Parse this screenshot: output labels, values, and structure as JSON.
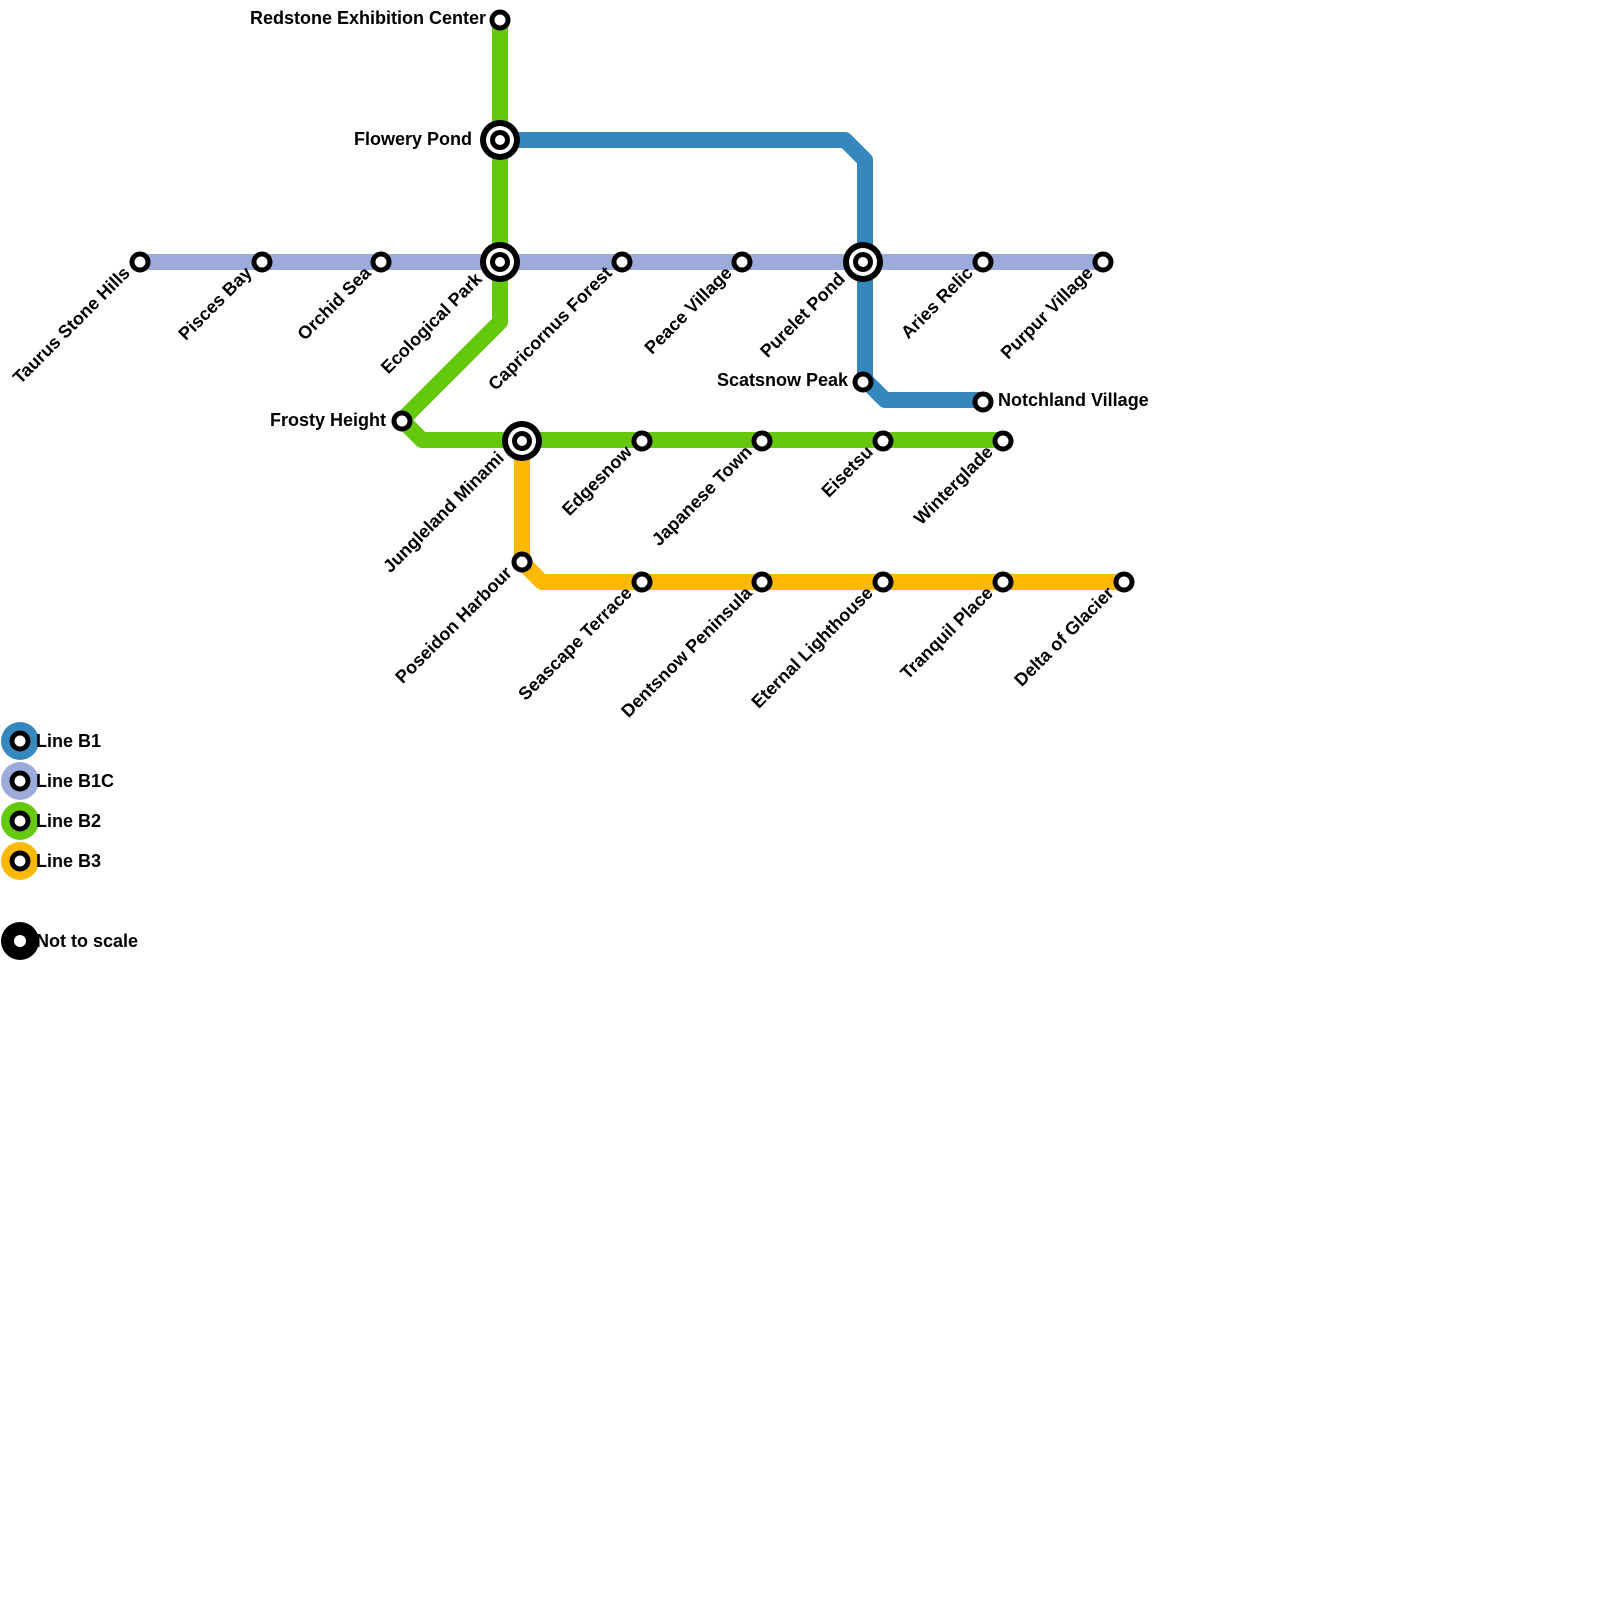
{
  "lines": [
    {
      "id": "b1",
      "name": "Line B1",
      "color": "#3588be"
    },
    {
      "id": "b1c",
      "name": "Line B1C",
      "color": "#9dabdc"
    },
    {
      "id": "b2",
      "name": "Line B2",
      "color": "#66c80c"
    },
    {
      "id": "b3",
      "name": "Line B3",
      "color": "#fdb800"
    }
  ],
  "stations": {
    "redstone": "Redstone Exhibition Center",
    "flowery": "Flowery Pond",
    "ecological": "Ecological Park",
    "taurus": "Taurus Stone Hills",
    "pisces": "Pisces Bay",
    "orchid": "Orchid Sea",
    "capricornus": "Capricornus Forest",
    "peace": "Peace Village",
    "purelet": "Purelet Pond",
    "aries": "Aries Relic",
    "purpur": "Purpur Village",
    "scatsnow": "Scatsnow Peak",
    "notchland": "Notchland Village",
    "frosty": "Frosty Height",
    "jungleland": "Jungleland Minami",
    "edgesnow": "Edgesnow",
    "japanese": "Japanese Town",
    "eisetsu": "Eisetsu",
    "winterglade": "Winterglade",
    "poseidon": "Poseidon Harbour",
    "seascape": "Seascape Terrace",
    "dentsnow": "Dentsnow Peninsula",
    "eternal": "Eternal Lighthouse",
    "tranquil": "Tranquil Place",
    "delta": "Delta of Glacier"
  },
  "legend": {
    "b1": "Line B1",
    "b1c": "Line B1C",
    "b2": "Line B2",
    "b3": "Line B3",
    "note": "Not to scale"
  }
}
